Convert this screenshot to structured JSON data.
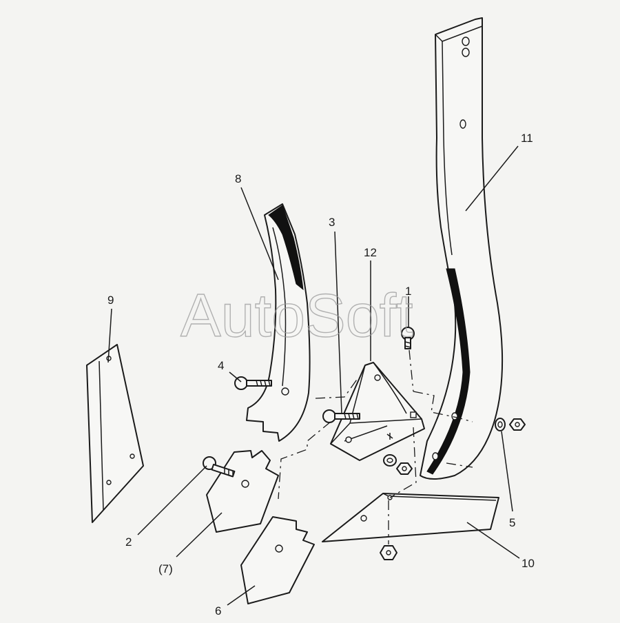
{
  "watermark": "AutoSoft",
  "callouts": {
    "c1": "1",
    "c2": "2",
    "c3": "3",
    "c4": "4",
    "c5": "5",
    "c6": "6",
    "c7": "(7)",
    "c8": "8",
    "c9": "9",
    "c10": "10",
    "c11": "11",
    "c12": "12"
  }
}
